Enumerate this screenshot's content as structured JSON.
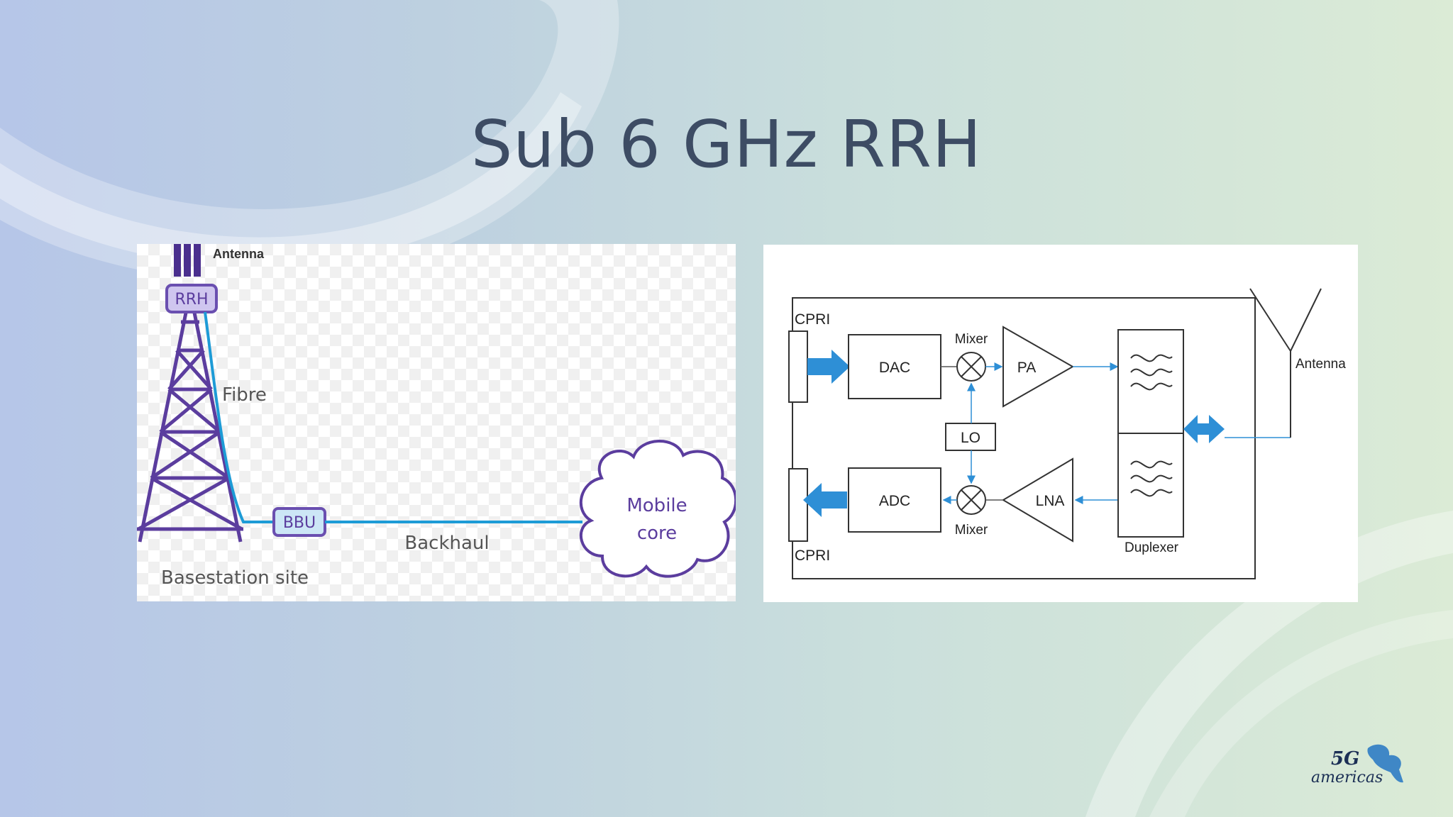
{
  "slide": {
    "title": "Sub 6 GHz RRH"
  },
  "left_diagram": {
    "antenna_label": "Antenna",
    "rrh_label": "RRH",
    "fibre_label": "Fibre",
    "bbu_label": "BBU",
    "backhaul_label": "Backhaul",
    "site_label": "Basestation site",
    "cloud_line1": "Mobile",
    "cloud_line2": "core",
    "colors": {
      "tower": "#5b3d9e",
      "link": "#1d9bd6",
      "box": "#6a4fb0"
    }
  },
  "right_diagram": {
    "cpri_top": "CPRI",
    "cpri_bottom": "CPRI",
    "dac": "DAC",
    "adc": "ADC",
    "mixer_top": "Mixer",
    "mixer_bottom": "Mixer",
    "lo": "LO",
    "pa": "PA",
    "lna": "LNA",
    "duplexer": "Duplexer",
    "antenna": "Antenna",
    "colors": {
      "arrow": "#2e8fd6",
      "line": "#333333"
    }
  },
  "logo": {
    "text_5g": "5G",
    "text_americas": "americas",
    "icon": "5g-americas-logo"
  }
}
